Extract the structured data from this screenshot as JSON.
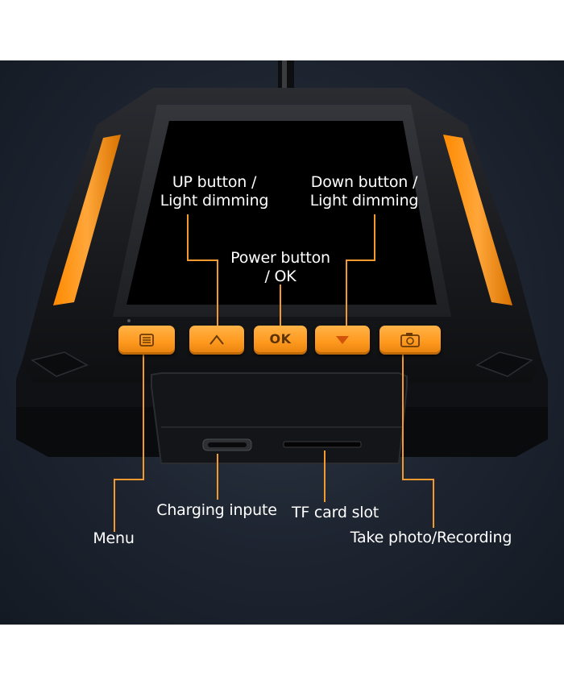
{
  "labels": {
    "up": "UP button /\nLight dimming",
    "down": "Down button /\nLight dimming",
    "power": "Power button\n/ OK",
    "charging": "Charging inpute",
    "tf": "TF card slot",
    "menu": "Menu",
    "photo": "Take photo/Recording"
  },
  "buttons": {
    "ok_text": "OK"
  },
  "icons": [
    "menu-icon",
    "up-arrow-icon",
    "ok-text",
    "down-arrow-icon",
    "camera-icon"
  ],
  "colors": {
    "accent": "#ff9a1f",
    "callout_line": "#f29a2e",
    "background": "#1d2430",
    "device_body": "#16171a"
  }
}
